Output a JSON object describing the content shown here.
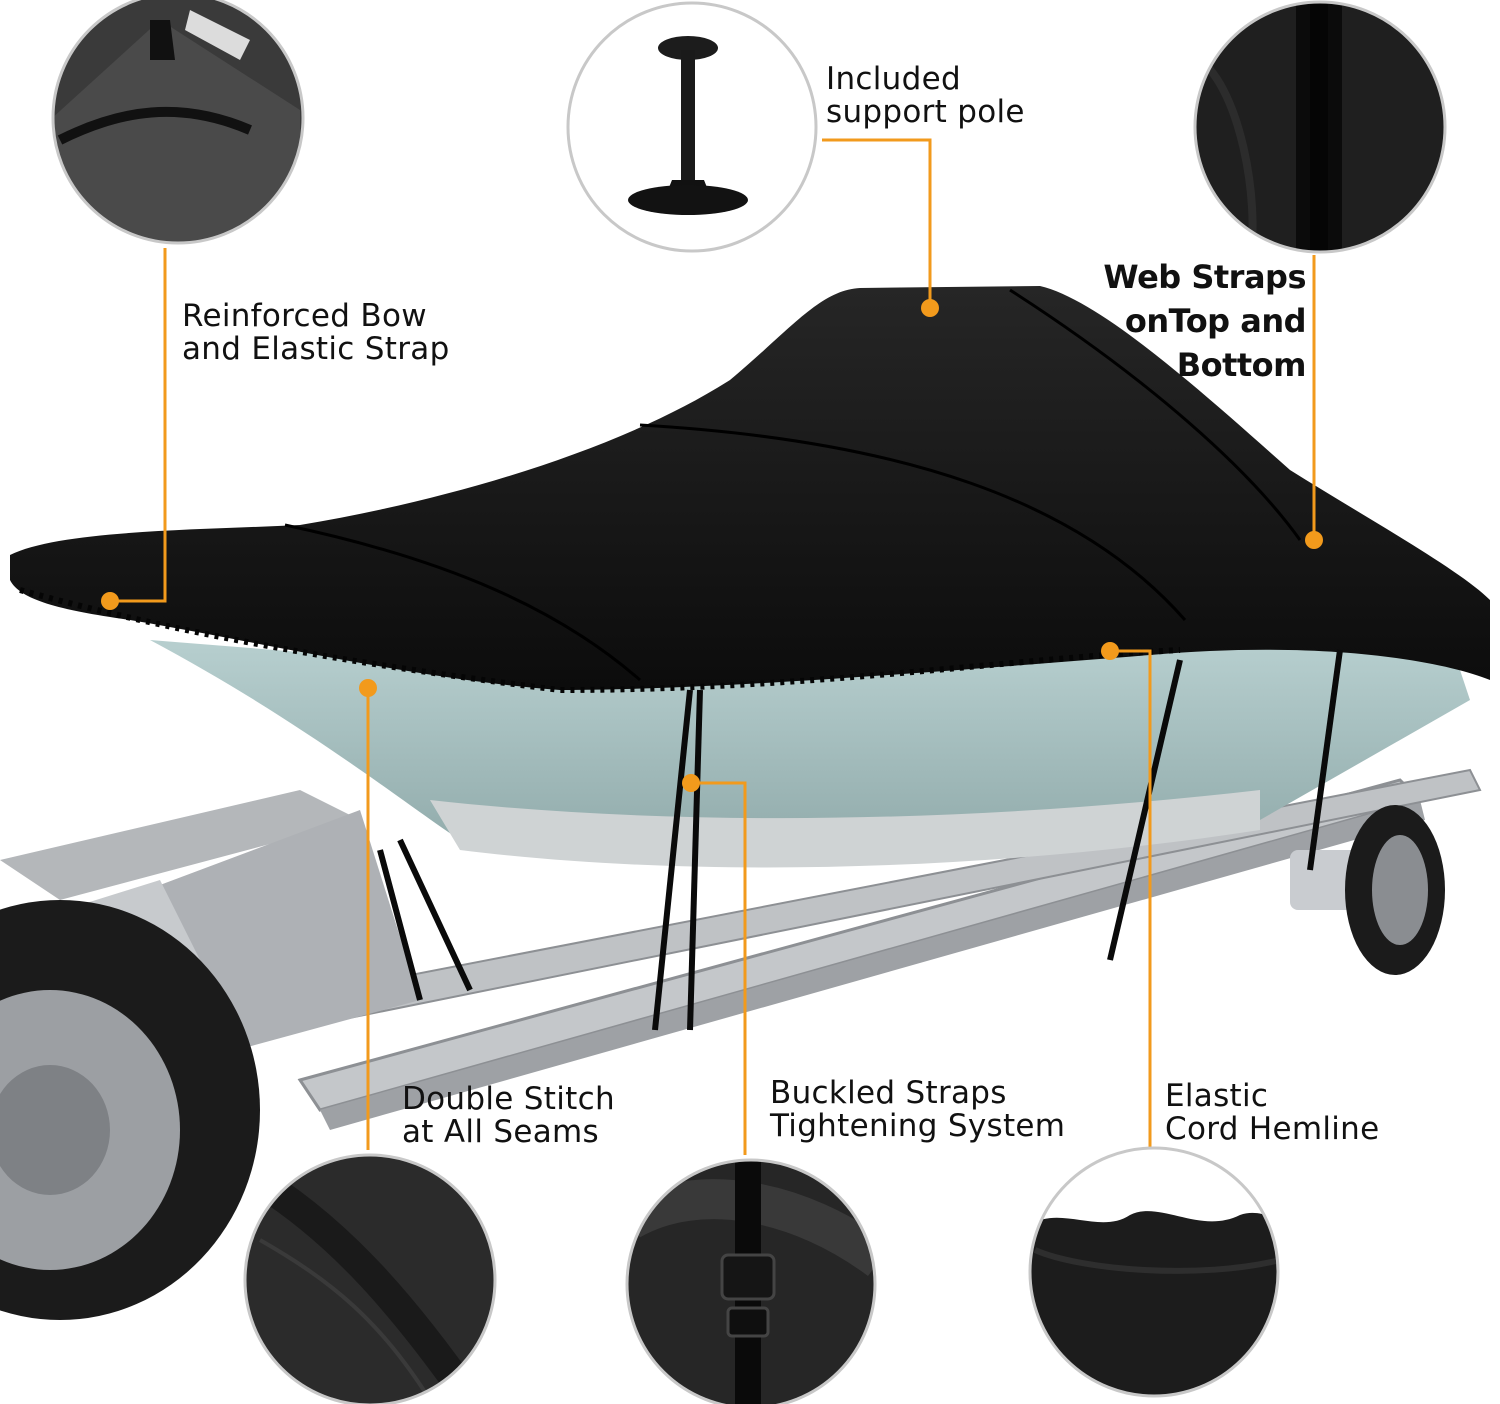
{
  "colors": {
    "accent": "#f29a1c",
    "cover": "#141414",
    "hull": "#a9c4c3",
    "trailer": "#b9bcbf",
    "circle_border": "#c8c8c8"
  },
  "callouts": {
    "reinforced_bow": {
      "line1": "Reinforced Bow",
      "line2": "and Elastic Strap"
    },
    "support_pole": {
      "line1": "Included",
      "line2": "support pole"
    },
    "web_straps": {
      "line1": "Web Straps",
      "line2": "onTop and",
      "line3": "Bottom"
    },
    "double_stitch": {
      "line1": "Double Stitch",
      "line2": "at All Seams"
    },
    "buckled_straps": {
      "line1": "Buckled Straps",
      "line2": "Tightening System"
    },
    "elastic_cord": {
      "line1": "Elastic",
      "line2": "Cord Hemline"
    }
  },
  "icons": {
    "detail_bow": "reinforced-bow-detail",
    "detail_pole": "support-pole-detail",
    "detail_web_strap": "web-strap-detail",
    "detail_stitch": "double-stitch-detail",
    "detail_buckle": "buckle-detail",
    "detail_hem": "elastic-hem-detail"
  }
}
